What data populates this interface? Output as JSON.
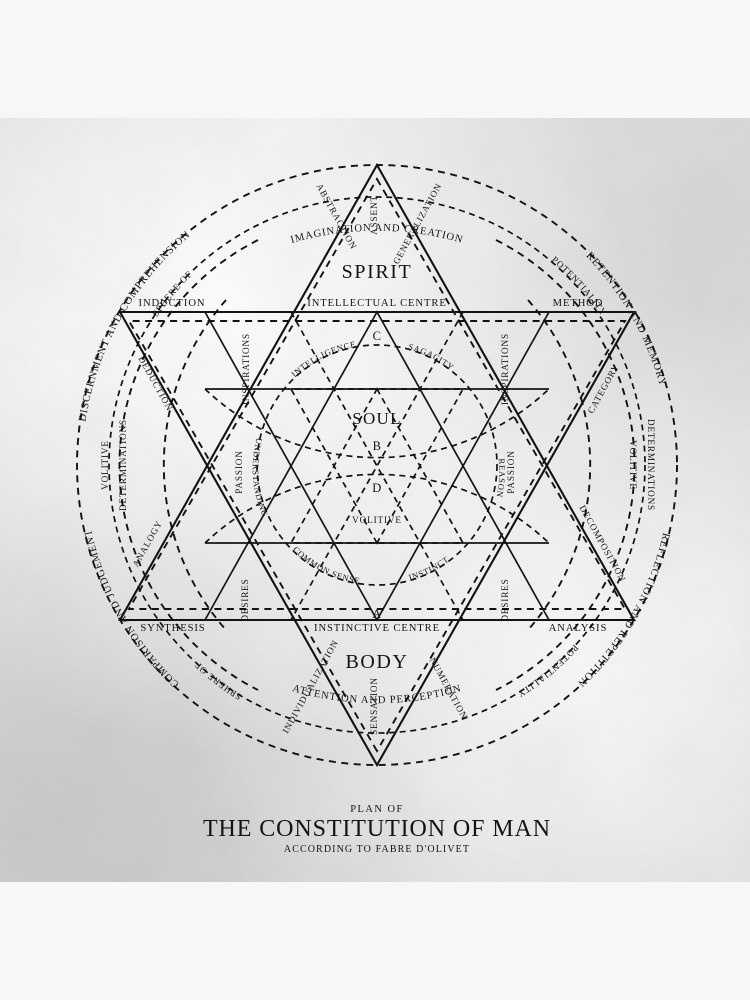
{
  "title_block": {
    "line1": "PLAN OF",
    "line2": "THE CONSTITUTION OF MAN",
    "line3": "ACCORDING TO FABRE D'OLIVET"
  },
  "centres": {
    "spirit": "SPIRIT",
    "spirit_sub": "INTELLECTUAL CENTRE",
    "soul": "SOUL",
    "body": "BODY",
    "body_sub": "INSTINCTIVE CENTRE",
    "volitive": "VOLITIVE"
  },
  "letters": {
    "a": "A",
    "b": "B",
    "c": "C",
    "d": "D"
  },
  "outer_arcs": {
    "top": "IMAGINATION AND CREATION",
    "bottom": "ATTENTION AND PERCEPTION",
    "upper_left": "DISCERNMENT AND COMPREHENSION",
    "upper_right": "RETENTION AND MEMORY",
    "lower_left": "COMPARISON AND JUDGEMENT",
    "lower_right": "REFLECTION AND REPETITION"
  },
  "sphere_arcs": {
    "upper_left": "SPHERE OF",
    "lower_left": "SPHERE OF",
    "upper_right": "POTENTIALITY",
    "lower_right": "POTENTIALITY"
  },
  "horizontal_labels": {
    "induction": "INDUCTION",
    "method": "METHOD",
    "synthesis": "SYNTHESIS",
    "analysis": "ANALYSIS"
  },
  "side_labels": {
    "left": "VOLITIVE\nDETERMINATIONS",
    "right": "VOLITIVE\nDETERMINATIONS",
    "left_l1": "VOLITIVE",
    "left_l2": "DETERMINATIONS",
    "right_l1": "VOLITIVE",
    "right_l2": "DETERMINATIONS"
  },
  "diagonal_labels": {
    "abstraction": "ABSTRACTION",
    "assent": "ASSENT",
    "generalization": "GENERALIZATION",
    "deduction": "DEDUCTION",
    "analogy": "ANALOGY",
    "category": "CATEGORY",
    "decomposition": "DECOMPOSITION",
    "individualization": "INDIVIDUALIZATION",
    "sensation": "SENSATION",
    "numeration": "NUMERATION"
  },
  "arc_labels": {
    "inspirations_left": "INSPIRATIONS",
    "inspirations_right": "INSPIRATIONS",
    "passion_left": "PASSION",
    "passion_right": "PASSION",
    "desires_left": "DESIRES",
    "desires_right": "DESIRES",
    "intelligence": "INTELLIGENCE",
    "sagacity": "SAGACITY",
    "understanding": "UNDERSTANDING",
    "reason": "REASON",
    "common_sense": "COMMON SENSE",
    "instinct": "INSTINCT"
  },
  "colors": {
    "ink": "#121212",
    "paper": "#e6e6e6",
    "band": "#f7f7f7"
  }
}
